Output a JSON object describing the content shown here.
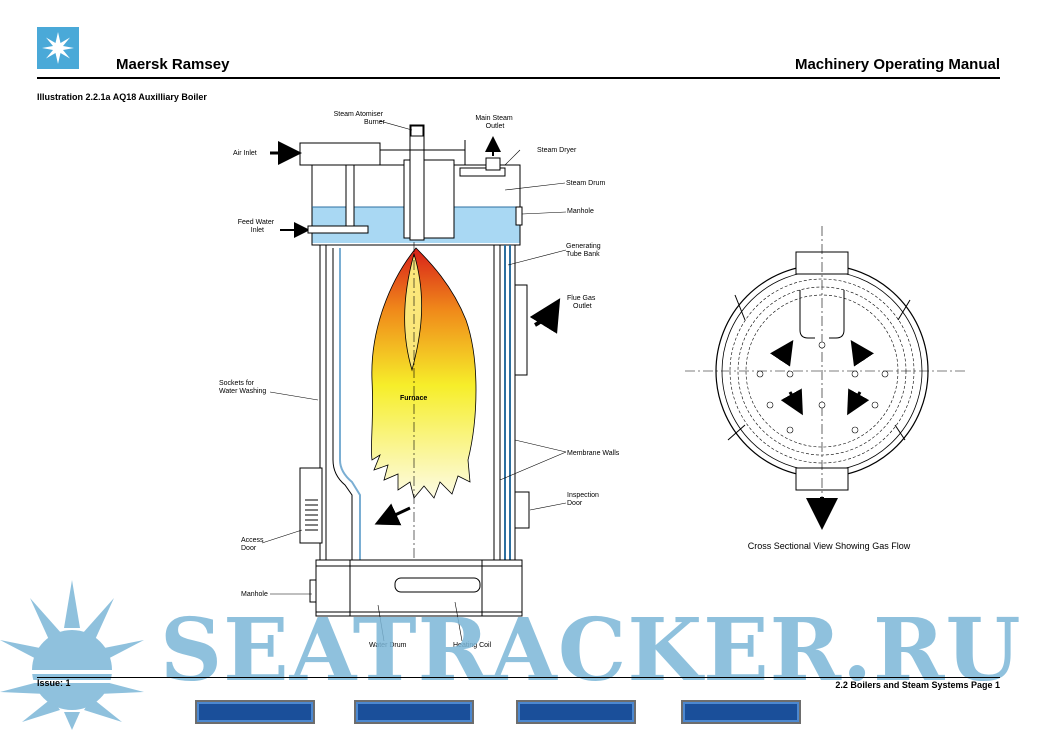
{
  "header": {
    "company": "Maersk Ramsey",
    "manual_title": "Machinery Operating Manual",
    "logo_icon": "maersk-star-icon"
  },
  "illustration": {
    "caption": "Illustration 2.2.1a  AQ18 Auxilliary Boiler",
    "labels": {
      "steam_atomiser_burner": "Steam Atomiser\nBurner",
      "main_steam_outlet": "Main Steam\nOutlet",
      "steam_dryer": "Steam Dryer",
      "steam_drum": "Steam Drum",
      "air_inlet": "Air Inlet",
      "feed_water_inlet": "Feed Water\nInlet",
      "manhole_top": "Manhole",
      "generating_tube_bank": "Generating\nTube Bank",
      "flue_gas_outlet": "Flue Gas\nOutlet",
      "furnace": "Furnace",
      "sockets_water_washing": "Sockets for\nWater Washing",
      "membrane_walls": "Membrane Walls",
      "inspection_door": "Inspection\nDoor",
      "access_door": "Access\nDoor",
      "manhole_bottom": "Manhole",
      "water_drum": "Water Drum",
      "heating_coil": "Heating Coil",
      "cross_section_caption": "Cross Sectional View Showing Gas Flow"
    }
  },
  "footer": {
    "issue": "Issue: 1",
    "page_ref": "2.2 Boilers and Steam Systems Page 1"
  },
  "watermark": {
    "text": "SEATRACKER.RU",
    "sun_icon": "sun-logo-icon"
  },
  "colors": {
    "logo_blue": "#4aa9d8",
    "water_blue": "#a9d8f3",
    "flame_red": "#d8201a",
    "flame_orange": "#f08a1a",
    "flame_yellow": "#f6ee2a",
    "watermark_blue": "#7cb7d8",
    "nav_button_blue": "#1a4f9a"
  }
}
